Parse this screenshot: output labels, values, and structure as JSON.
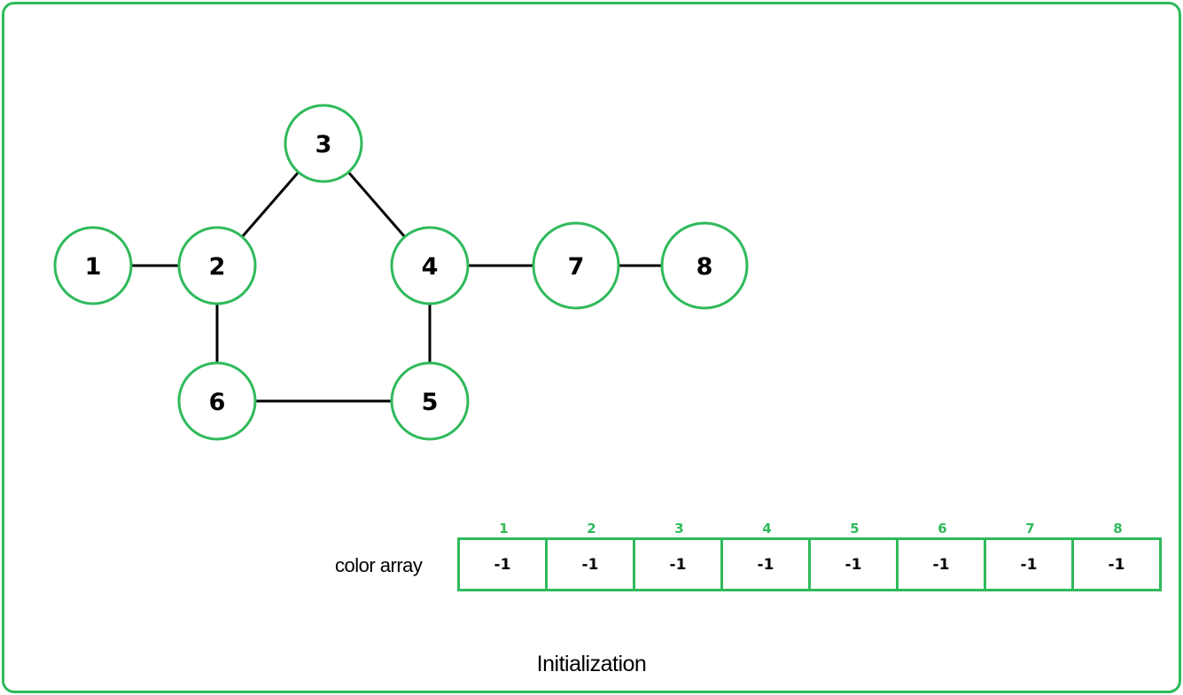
{
  "graph": {
    "nodes": [
      {
        "id": "1",
        "label": "1"
      },
      {
        "id": "2",
        "label": "2"
      },
      {
        "id": "3",
        "label": "3"
      },
      {
        "id": "4",
        "label": "4"
      },
      {
        "id": "5",
        "label": "5"
      },
      {
        "id": "6",
        "label": "6"
      },
      {
        "id": "7",
        "label": "7"
      },
      {
        "id": "8",
        "label": "8"
      }
    ],
    "edges": [
      [
        "1",
        "2"
      ],
      [
        "2",
        "3"
      ],
      [
        "3",
        "4"
      ],
      [
        "4",
        "5"
      ],
      [
        "5",
        "6"
      ],
      [
        "6",
        "2"
      ],
      [
        "4",
        "7"
      ],
      [
        "7",
        "8"
      ]
    ]
  },
  "array": {
    "label": "color array",
    "indices": [
      "1",
      "2",
      "3",
      "4",
      "5",
      "6",
      "7",
      "8"
    ],
    "values": [
      "-1",
      "-1",
      "-1",
      "-1",
      "-1",
      "-1",
      "-1",
      "-1"
    ]
  },
  "caption": "Initialization",
  "colors": {
    "accent": "#2fba5b",
    "text": "#000000"
  }
}
